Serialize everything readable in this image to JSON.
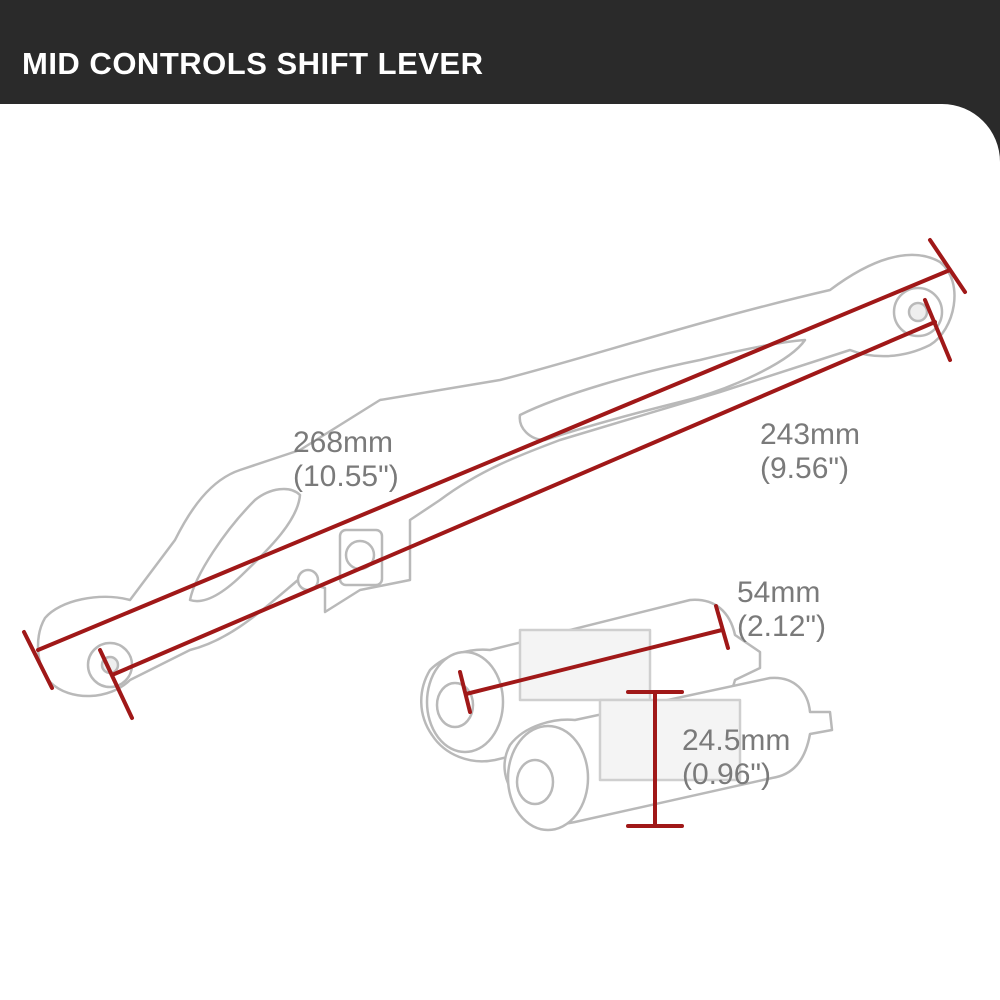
{
  "header": {
    "title": "MID CONTROLS SHIFT LEVER"
  },
  "dimensions": {
    "overall_length": {
      "metric": "268mm",
      "imperial": "(10.55\")"
    },
    "center_length": {
      "metric": "243mm",
      "imperial": "(9.56\")"
    },
    "peg_length": {
      "metric": "54mm",
      "imperial": "(2.12\")"
    },
    "peg_diameter": {
      "metric": "24.5mm",
      "imperial": "(0.96\")"
    }
  },
  "colors": {
    "background": "#2a2a2a",
    "panel": "#ffffff",
    "dimension_line": "#a01818",
    "dimension_text": "#7a7a7a",
    "part_outline": "#b8b8b8"
  }
}
